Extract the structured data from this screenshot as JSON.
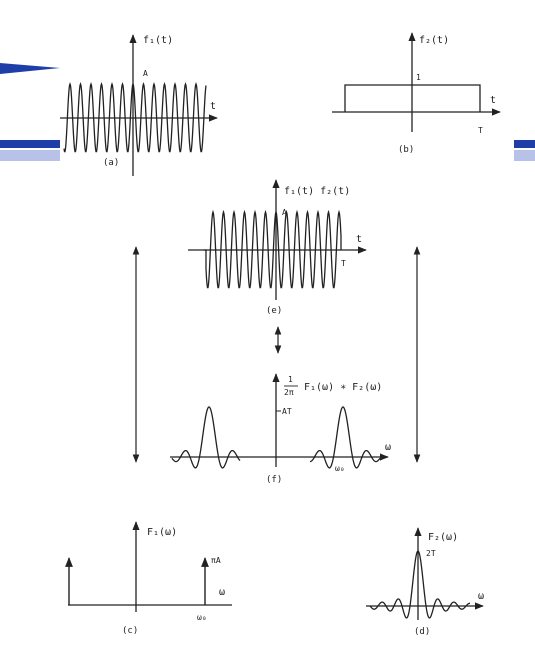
{
  "colors": {
    "banner": "#1f3fa8",
    "banner_light": "#b8c2e8",
    "ink": "#222222"
  },
  "panel_a": {
    "func": "f₁(t)",
    "amp": "A",
    "axis": "t",
    "caption": "(a)"
  },
  "panel_b": {
    "func": "f₂(t)",
    "level": "1",
    "axis": "t",
    "end": "T",
    "caption": "(b)"
  },
  "panel_e": {
    "func": "f₁(t) f₂(t)",
    "amp": "A",
    "axis": "t",
    "end": "T",
    "caption": "(e)"
  },
  "panel_f": {
    "frac_num": "1",
    "frac_den": "2π",
    "func": "F₁(ω) ∗ F₂(ω)",
    "peak": "AT",
    "axis": "ω",
    "freq": "ω₀",
    "caption": "(f)"
  },
  "panel_c": {
    "func": "F₁(ω)",
    "impulse": "πA",
    "axis": "ω",
    "freq": "ω₀",
    "caption": "(c)"
  },
  "panel_d": {
    "func": "F₂(ω)",
    "peak": "2T",
    "axis": "ω",
    "caption": "(d)"
  }
}
